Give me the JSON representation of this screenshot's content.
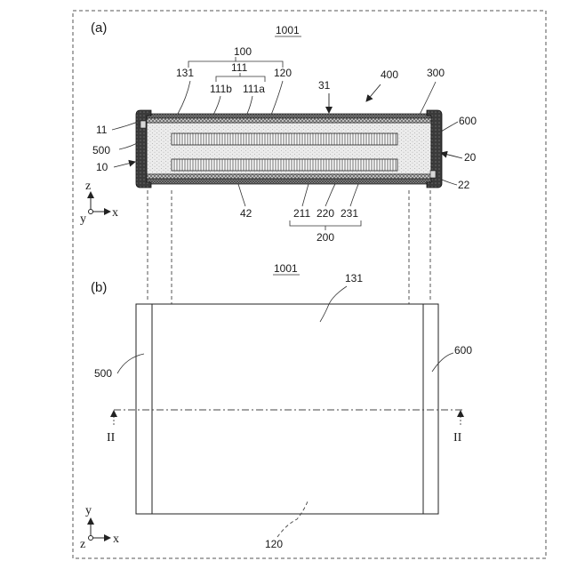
{
  "panel_a": {
    "panel_label": "(a)",
    "title": "1001",
    "brace_100": "100",
    "brace_111": "111",
    "brace_200": "200",
    "labels": {
      "l131": "131",
      "l111b": "111b",
      "l111a": "111a",
      "l120": "120",
      "l31": "31",
      "l400": "400",
      "l300": "300",
      "l11": "11",
      "l600": "600",
      "l500": "500",
      "l10": "10",
      "l20": "20",
      "l22": "22",
      "l42": "42",
      "l211": "211",
      "l220": "220",
      "l231": "231"
    },
    "axes": {
      "z": "z",
      "y": "y",
      "x": "x"
    }
  },
  "panel_b": {
    "panel_label": "(b)",
    "title": "1001",
    "labels": {
      "l131": "131",
      "l500": "500",
      "l600": "600",
      "l120": "120",
      "section_left": "II",
      "section_right": "II"
    },
    "axes": {
      "y": "y",
      "z": "z",
      "x": "x"
    }
  }
}
